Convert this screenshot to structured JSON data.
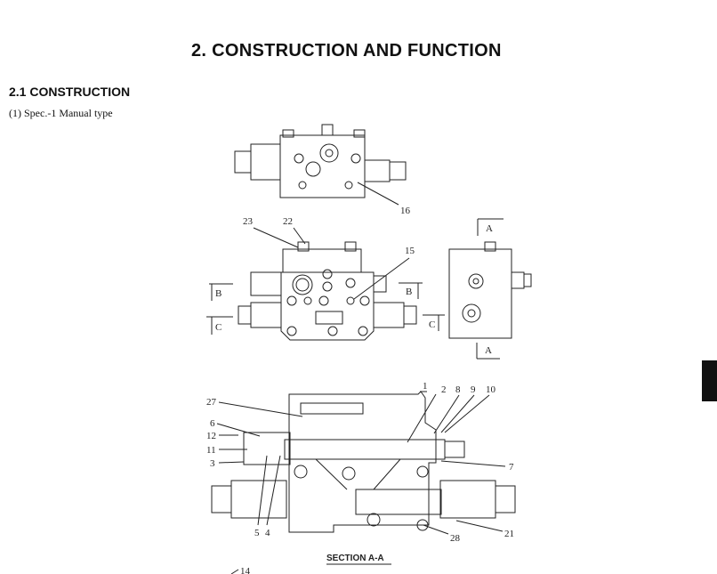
{
  "heading": "2.  CONSTRUCTION AND FUNCTION",
  "section": "2.1  CONSTRUCTION",
  "subsection": "(1) Spec.-1 Manual type",
  "figure": {
    "section_caption": "SECTION A-A",
    "view_markers": {
      "a": "A",
      "b": "B",
      "c": "C"
    },
    "callouts": {
      "c1": "1",
      "c2": "2",
      "c3": "3",
      "c4": "4",
      "c5": "5",
      "c6": "6",
      "c7": "7",
      "c8": "8",
      "c9": "9",
      "c10": "10",
      "c11": "11",
      "c12": "12",
      "c14": "14",
      "c15": "15",
      "c16": "16",
      "c21": "21",
      "c22": "22",
      "c23": "23",
      "c27": "27",
      "c28": "28"
    }
  }
}
